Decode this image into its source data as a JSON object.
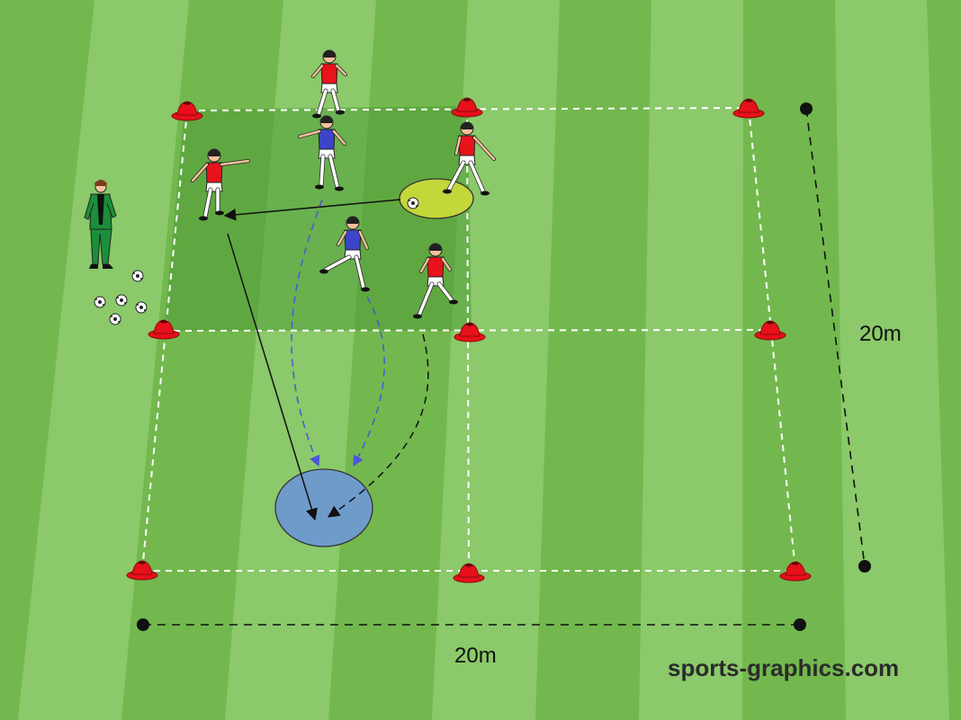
{
  "diagram": {
    "dimension_height_label": "20m",
    "dimension_width_label": "20m",
    "watermark": "sports-graphics.com"
  },
  "colors": {
    "grass_light": "#8bc96a",
    "grass_dark": "#73b84e",
    "zone_shade": "#4f9a37",
    "cone": "#e8101a",
    "red_team": "#e8131b",
    "blue_team": "#3e44c8",
    "coach": "#1a8f3a",
    "target_circle": "#6f9bcb",
    "start_circle": "#c3d63a",
    "pass_arrow": "#111111",
    "blue_run_arrow": "#4b55d8"
  },
  "icons": [
    "cone-icon",
    "soccer-ball-icon",
    "player-red-icon",
    "player-blue-icon",
    "coach-icon"
  ]
}
